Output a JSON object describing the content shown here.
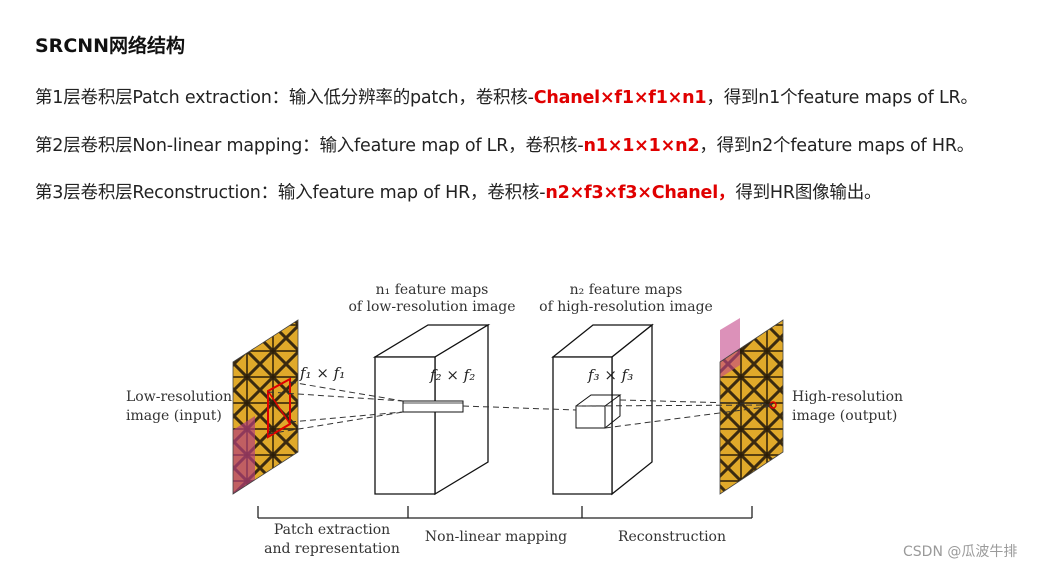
{
  "heading": "SRCNN网络结构",
  "paragraphs": [
    {
      "before": "第1层卷积层Patch extraction：输入低分辨率的patch，卷积核-",
      "highlight": "Chanel×f1×f1×n1",
      "after": "，得到n1个feature maps of LR。"
    },
    {
      "before": "第2层卷积层Non-linear mapping：输入feature map of LR，卷积核-",
      "highlight": "n1×1×1×n2",
      "after": "，得到n2个feature maps of HR。"
    },
    {
      "before": "第3层卷积层Reconstruction：输入feature map of HR，卷积核-",
      "highlight": "n2×f3×f3×Chanel，",
      "after": "得到HR图像输出。"
    }
  ],
  "figure": {
    "input_label": [
      "Low-resolution",
      "image (input)"
    ],
    "output_label": [
      "High-resolution",
      "image (output)"
    ],
    "block1_caption": [
      "n₁ feature maps",
      "of low-resolution image"
    ],
    "block2_caption": [
      "n₂ feature maps",
      "of high-resolution image"
    ],
    "kernel1": "f₁ × f₁",
    "kernel2": "f₂ × f₂",
    "kernel3": "f₃ × f₃",
    "stage_labels": [
      [
        "Patch extraction",
        "and representation"
      ],
      [
        "Non-linear mapping"
      ],
      [
        "Reconstruction"
      ]
    ]
  },
  "watermark": "CSDN @瓜波牛排"
}
